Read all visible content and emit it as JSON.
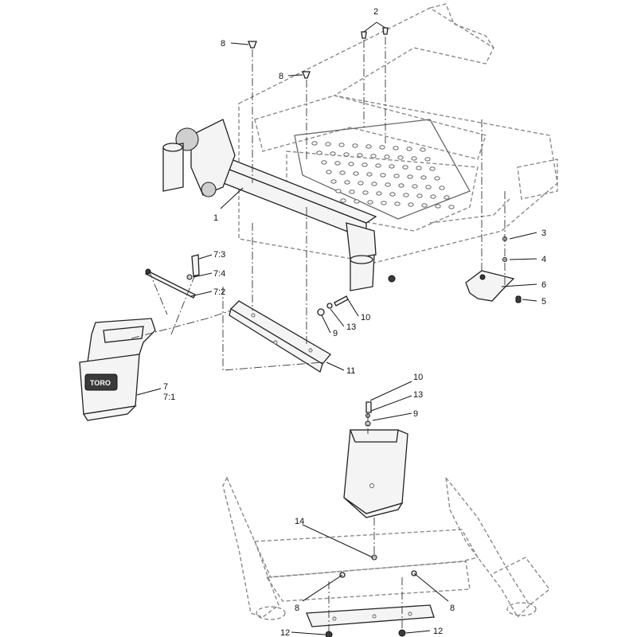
{
  "diagram": {
    "callouts": [
      {
        "id": "c2",
        "text": "2"
      },
      {
        "id": "c8a",
        "text": "8"
      },
      {
        "id": "c8b",
        "text": "8"
      },
      {
        "id": "c1",
        "text": "1"
      },
      {
        "id": "c3",
        "text": "3"
      },
      {
        "id": "c4",
        "text": "4"
      },
      {
        "id": "c6",
        "text": "6"
      },
      {
        "id": "c5",
        "text": "5"
      },
      {
        "id": "c7_3",
        "text": "7:3"
      },
      {
        "id": "c7_4",
        "text": "7:4"
      },
      {
        "id": "c7_2",
        "text": "7:2"
      },
      {
        "id": "c10a",
        "text": "10"
      },
      {
        "id": "c13a",
        "text": "13"
      },
      {
        "id": "c9a",
        "text": "9"
      },
      {
        "id": "c11",
        "text": "11"
      },
      {
        "id": "c7",
        "text": "7"
      },
      {
        "id": "c7_1",
        "text": "7:1"
      },
      {
        "id": "c10b",
        "text": "10"
      },
      {
        "id": "c13b",
        "text": "13"
      },
      {
        "id": "c9b",
        "text": "9"
      },
      {
        "id": "c14",
        "text": "14"
      },
      {
        "id": "c8c",
        "text": "8"
      },
      {
        "id": "c8d",
        "text": "8"
      },
      {
        "id": "c12a",
        "text": "12"
      },
      {
        "id": "c12b",
        "text": "12"
      }
    ],
    "weight_logo_text": "TORO"
  }
}
